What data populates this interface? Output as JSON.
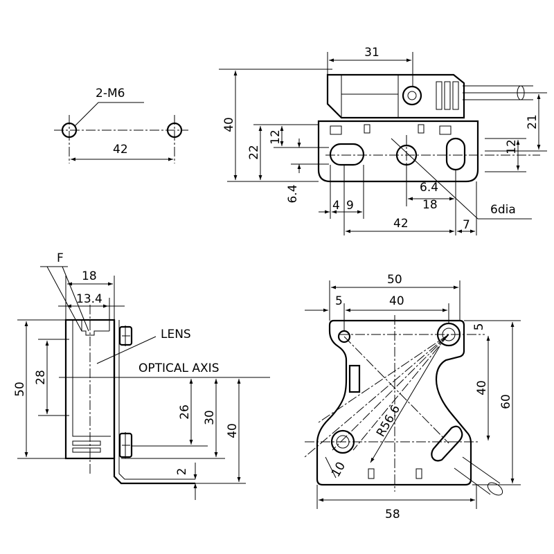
{
  "views": {
    "hole_pattern": {
      "thread_label": "2-M6",
      "pitch": "42"
    },
    "top": {
      "d31": "31",
      "d40": "40",
      "d22": "22",
      "d12_left": "12",
      "d64_left": "6.4",
      "d21": "21",
      "d12_right": "12",
      "d64_right": "6.4",
      "d18": "18",
      "d4": "4",
      "d9": "9",
      "d42": "42",
      "d7": "7",
      "hole_label": "6dia"
    },
    "side": {
      "f_label": "F",
      "d18": "18",
      "d134": "13.4",
      "d50": "50",
      "d28": "28",
      "d26": "26",
      "d30": "30",
      "d40": "40",
      "d2": "2",
      "lens_label": "LENS",
      "axis_label": "OPTICAL AXIS"
    },
    "front": {
      "d50": "50",
      "d5_left": "5",
      "d40_top": "40",
      "d5_right": "5",
      "d40_right": "40",
      "d60": "60",
      "d58": "58",
      "radius_label": "R56.6",
      "d10": "10"
    }
  }
}
